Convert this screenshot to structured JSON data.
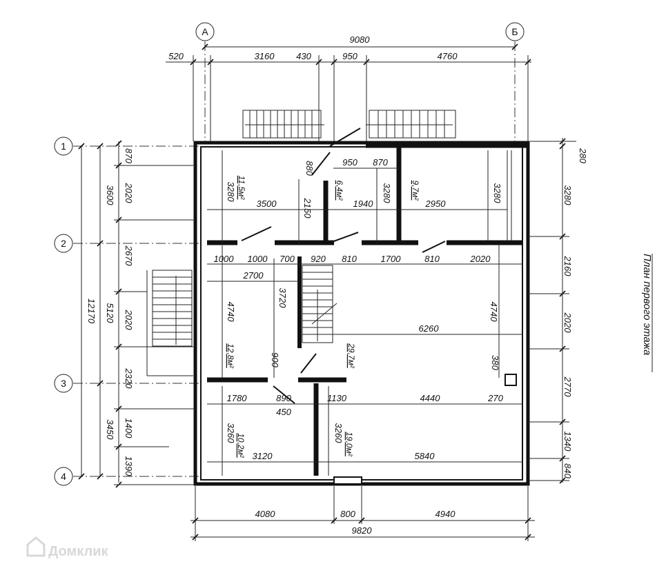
{
  "title": "План первого этажа",
  "watermark": "Домклик",
  "axes": {
    "a": "А",
    "b": "Б",
    "r1": "1",
    "r2": "2",
    "r3": "3",
    "r4": "4"
  },
  "top": {
    "overall": "9080",
    "d520": "520",
    "d3160": "3160",
    "d430": "430",
    "d950": "950",
    "d4760": "4760"
  },
  "bottom": {
    "d4080": "4080",
    "d800": "800",
    "d4940": "4940",
    "overall": "9820"
  },
  "left": {
    "total": "12170",
    "d3600": "3600",
    "d5120": "5120",
    "d3450": "3450",
    "s870": "870",
    "s2020a": "2020",
    "s2670": "2670",
    "s2020b": "2020",
    "s2320": "2320",
    "s1400": "1400",
    "s1390": "1390"
  },
  "right": {
    "r280": "280",
    "r3280": "3280",
    "r2160": "2160",
    "r2020": "2020",
    "r2770": "2770",
    "r1340": "1340",
    "r840": "840"
  },
  "rooms": {
    "a1": "11,5м²",
    "a2": "6,4м²",
    "a3": "9,7м²",
    "a4": "12,8м²",
    "a5": "29,7м²",
    "a6": "10,2м²",
    "a7": "19,0м²"
  },
  "inner": {
    "d880": "880",
    "d950": "950",
    "d870": "870",
    "v3280a": "3280",
    "v3280b": "3280",
    "v3280c": "3280",
    "v2150": "2150",
    "d3500": "3500",
    "d1940": "1940",
    "d2950": "2950",
    "d1000a": "1000",
    "d1000b": "1000",
    "d700": "700",
    "d920": "920",
    "d810a": "810",
    "d1700": "1700",
    "d810b": "810",
    "d2020": "2020",
    "d2700": "2700",
    "v4740a": "4740",
    "v3720": "3720",
    "v4740b": "4740",
    "d6260": "6260",
    "d900": "900",
    "d380": "380",
    "d1780": "1780",
    "d890": "890",
    "d1130": "1130",
    "d4440": "4440",
    "d270": "270",
    "d450": "450",
    "v3260a": "3260",
    "v3260b": "3260",
    "d3120": "3120",
    "d5840": "5840"
  }
}
